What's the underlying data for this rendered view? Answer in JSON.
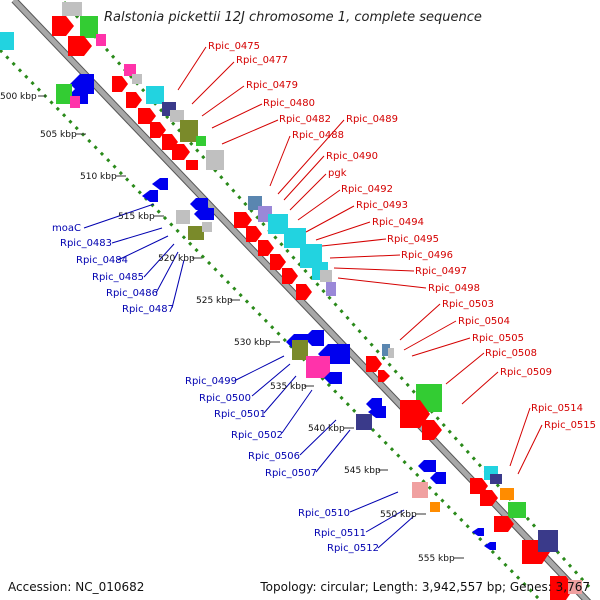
{
  "header": {
    "title": "Ralstonia pickettii 12J chromosome 1, complete sequence"
  },
  "footer": {
    "accession": "Accession: NC_010682",
    "topology": "Topology: circular; Length: 3,942,557 bp; Genes: 3,767"
  },
  "scale_labels": [
    "500 kbp",
    "505 kbp",
    "510 kbp",
    "515 kbp",
    "520 kbp",
    "525 kbp",
    "530 kbp",
    "535 kbp",
    "540 kbp",
    "545 kbp",
    "550 kbp",
    "555 kbp"
  ],
  "red_labels": [
    "Rpic_0475",
    "Rpic_0477",
    "Rpic_0479",
    "Rpic_0480",
    "Rpic_0482",
    "Rpic_0488",
    "Rpic_0489",
    "Rpic_0490",
    "pgk",
    "Rpic_0492",
    "Rpic_0493",
    "Rpic_0494",
    "Rpic_0495",
    "Rpic_0496",
    "Rpic_0497",
    "Rpic_0498",
    "Rpic_0503",
    "Rpic_0504",
    "Rpic_0505",
    "Rpic_0508",
    "Rpic_0509",
    "Rpic_0514",
    "Rpic_0515"
  ],
  "blue_labels": [
    "moaC",
    "Rpic_0483",
    "Rpic_0484",
    "Rpic_0485",
    "Rpic_0486",
    "Rpic_0487",
    "Rpic_0499",
    "Rpic_0500",
    "Rpic_0501",
    "Rpic_0502",
    "Rpic_0506",
    "Rpic_0507",
    "Rpic_0510",
    "Rpic_0511",
    "Rpic_0512"
  ],
  "colors": {
    "forward_gene": "#ff0000",
    "reverse_gene": "#0000ee",
    "backbone": "#9a9a9a",
    "dotted_track": "#2a8a1a",
    "cog_green": "#33cc33",
    "cog_cyan": "#22d3e0",
    "cog_magenta": "#ff33aa",
    "cog_olive": "#7a8a2a",
    "cog_grey": "#c0c0c0",
    "cog_navy": "#3a3a8a",
    "cog_orange": "#ff8c00",
    "cog_pink": "#f0a0a0",
    "cog_lavender": "#9a88d8",
    "cog_steel": "#5a86b0"
  }
}
